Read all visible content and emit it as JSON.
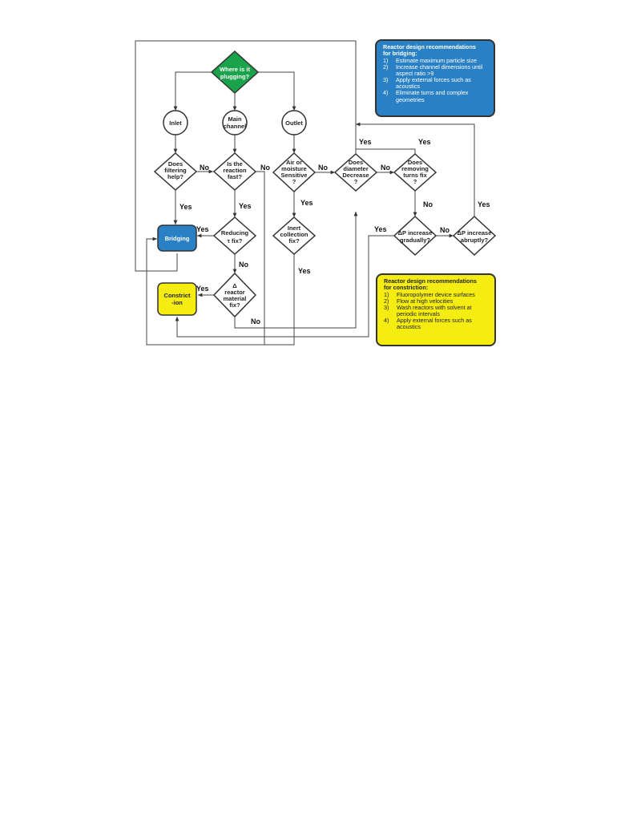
{
  "nodes": {
    "start": [
      "Where is it",
      "plugging?"
    ],
    "inlet": [
      "Inlet"
    ],
    "main_channel": [
      "Main",
      "channel"
    ],
    "outlet": [
      "Outlet"
    ],
    "filtering": [
      "Does",
      "filtering",
      "help?"
    ],
    "reaction_fast": [
      "Is the",
      "reaction",
      "fast?"
    ],
    "air_moisture": [
      "Air or",
      "moisture",
      "Sensitive",
      "?"
    ],
    "diameter": [
      "Does",
      "diameter",
      "Decrease",
      "?"
    ],
    "removing_turns": [
      "Does",
      "removing",
      "turns fix",
      "?"
    ],
    "bridging": [
      "Bridging"
    ],
    "reducing_tau": [
      "Reducing",
      "τ fix?"
    ],
    "inert_collection": [
      "Inert",
      "collection",
      "fix?"
    ],
    "dp_gradual": [
      "ΔP increase",
      "gradually?"
    ],
    "dp_abrupt": [
      "ΔP increase",
      "abruptly?"
    ],
    "constriction": [
      "Constrict",
      "-ion"
    ],
    "reactor_material": [
      "Δ",
      "reactor",
      "material",
      "fix?"
    ]
  },
  "edge_labels": {
    "yes": "Yes",
    "no": "No"
  },
  "recommendations": {
    "bridging": {
      "title_lines": [
        "Reactor design recommendations",
        "for bridging:"
      ],
      "items": [
        {
          "num": "1)",
          "text": "Estimate maximum particle size"
        },
        {
          "num": "2)",
          "text": "Increase channel dimensions until aspect ratio >9"
        },
        {
          "num": "3)",
          "text": "Apply external forces such as acoustics"
        },
        {
          "num": "4)",
          "text": "Eliminate turns and complex geometries"
        }
      ]
    },
    "constriction": {
      "title_lines": [
        "Reactor design recommendations",
        "for constriction:"
      ],
      "items": [
        {
          "num": "1)",
          "text": "Fluoropolymer device surfaces"
        },
        {
          "num": "2)",
          "text": "Flow at high velocities"
        },
        {
          "num": "3)",
          "text": "Wash reactors with solvent at periodic intervals"
        },
        {
          "num": "4)",
          "text": "Apply external forces such as acoustics"
        }
      ]
    }
  },
  "colors": {
    "start_diamond": "#1aa34a",
    "bridging_box": "#2a80c4",
    "constriction_box": "#f5ed12",
    "bridging_recommendations": "#2a80c4",
    "constriction_recommendations": "#f5ed12",
    "outline": "#333333"
  }
}
